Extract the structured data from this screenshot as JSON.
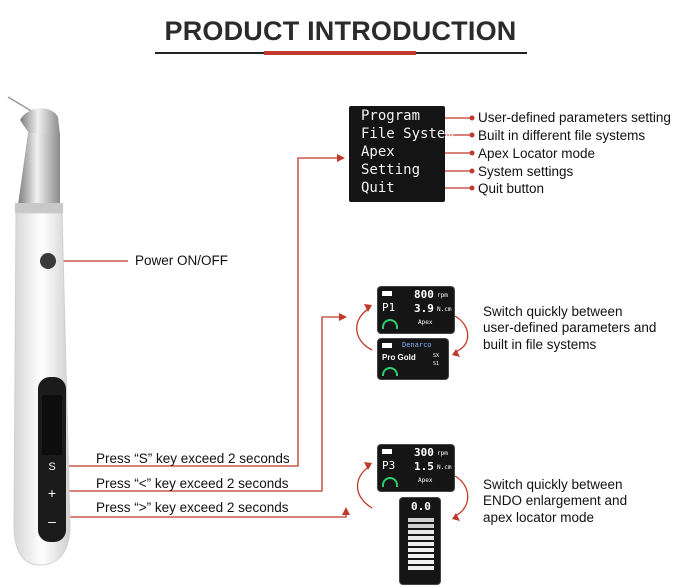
{
  "title": "PRODUCT INTRODUCTION",
  "menu": {
    "items": [
      "Program",
      "File System",
      "Apex",
      "Setting",
      "Quit"
    ],
    "descriptions": [
      "User-defined parameters setting",
      "Built in different file systems",
      "Apex Locator mode",
      "System settings",
      "Quit button"
    ]
  },
  "power_label": "Power ON/OFF",
  "key_labels": [
    "Press “S” key exceed 2 seconds",
    "Press “<” key exceed 2 seconds",
    "Press “>” key exceed 2 seconds"
  ],
  "handpiece_keys": [
    "S",
    "+",
    "–"
  ],
  "switch1": [
    "Switch quickly between",
    "user-defined parameters and",
    "built in file systems"
  ],
  "switch2": [
    "Switch quickly between",
    "ENDO enlargement  and",
    "apex locator mode"
  ],
  "screen1": {
    "prog": "P1",
    "speed": "800",
    "speed_unit": "rpm",
    "torque": "3.9",
    "torque_unit": "N.cm",
    "mode": "Apex"
  },
  "screen2": {
    "brand": "Denarco",
    "file": "Pro Gold",
    "size1": "SX",
    "size2": "S1"
  },
  "screen3": {
    "prog": "P3",
    "speed": "300",
    "speed_unit": "rpm",
    "torque": "1.5",
    "torque_unit": "N.cm",
    "mode": "Apex"
  },
  "screen4": {
    "reading": "0.0"
  },
  "colors": {
    "accent": "#c0392b",
    "screen_bg": "#151515",
    "handpiece": "#f4f4f4"
  }
}
